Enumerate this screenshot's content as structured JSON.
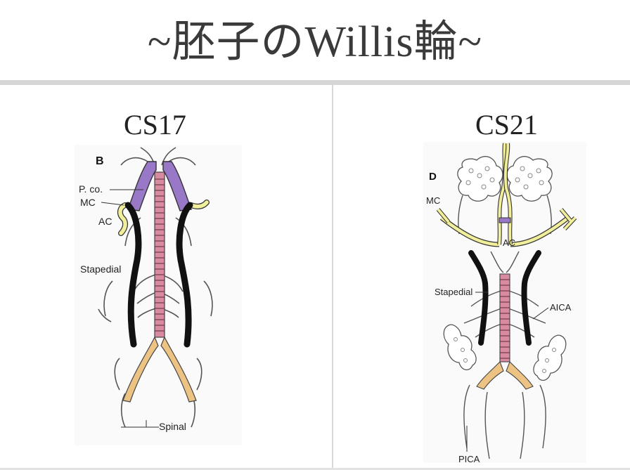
{
  "slide": {
    "title": "~胚子のWillis輪~"
  },
  "left_panel": {
    "heading": "CS17",
    "figure_letter": "B",
    "labels": {
      "pco": "P. co.",
      "mc": "MC",
      "ac": "AC",
      "stapedial": "Stapedial",
      "spinal": "Spinal"
    }
  },
  "right_panel": {
    "heading": "CS21",
    "figure_letter": "D",
    "labels": {
      "mc": "MC",
      "ac": "AC",
      "stapedial": "Stapedial",
      "aica": "AICA",
      "pica": "PICA"
    }
  },
  "colors": {
    "pcom_purple": "#9a78c8",
    "carotid_black": "#111111",
    "ac_yellow": "#f2ef9c",
    "basilar_pink": "#d88aa0",
    "vertebral_orange": "#edc383",
    "vessel_outline": "#555555"
  }
}
